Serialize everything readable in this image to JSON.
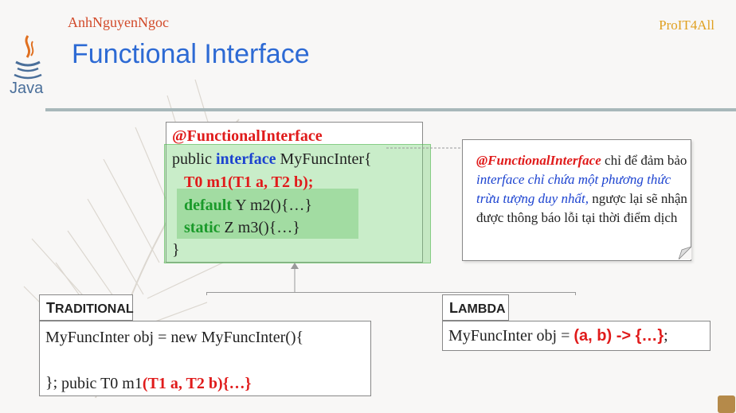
{
  "header": {
    "author": "AnhNguyenNgoc",
    "brand": "ProIT4All",
    "title": "Functional Interface",
    "logo_text": "Java"
  },
  "code_interface": {
    "annotation": "@FunctionalInterface",
    "line1_pre": "public ",
    "line1_kw": "interface",
    "line1_name": " MyFuncInter{",
    "line2": "T0 m1(T1 a, T2 b);",
    "line3_kw": "default",
    "line3_rest": " Y m2(){…}",
    "line4_kw": "static",
    "line4_rest": " Z m3(){…}",
    "line5": "}"
  },
  "note": {
    "red": "@FunctionalInterface",
    "t1": " chỉ để đảm bảo ",
    "blue": "interface chỉ chứa một phương thức trừu tượng duy nhất,",
    "t2": " ngược lại sẽ nhận được thông báo lỗi tại thời điểm dịch"
  },
  "traditional": {
    "tab_big": "T",
    "tab_small": "RADITIONAL",
    "line1": "MyFuncInter obj = new MyFuncInter(){",
    "line2_pre": "  pubic T0 m1",
    "line2_red": "(T1 a, T2 b){…}",
    "line3": "};"
  },
  "lambda": {
    "tab_big": "L",
    "tab_small": "AMBDA",
    "line_pre": "MyFuncInter obj = ",
    "line_red": "(a, b) -> {…}",
    "line_post": ";"
  },
  "colors": {
    "title": "#2d6ad4",
    "author": "#d24a2a",
    "brand": "#e0a020",
    "keyword_red": "#e01b1b",
    "keyword_blue": "#1c43d0",
    "keyword_green": "#1a9a2a"
  }
}
